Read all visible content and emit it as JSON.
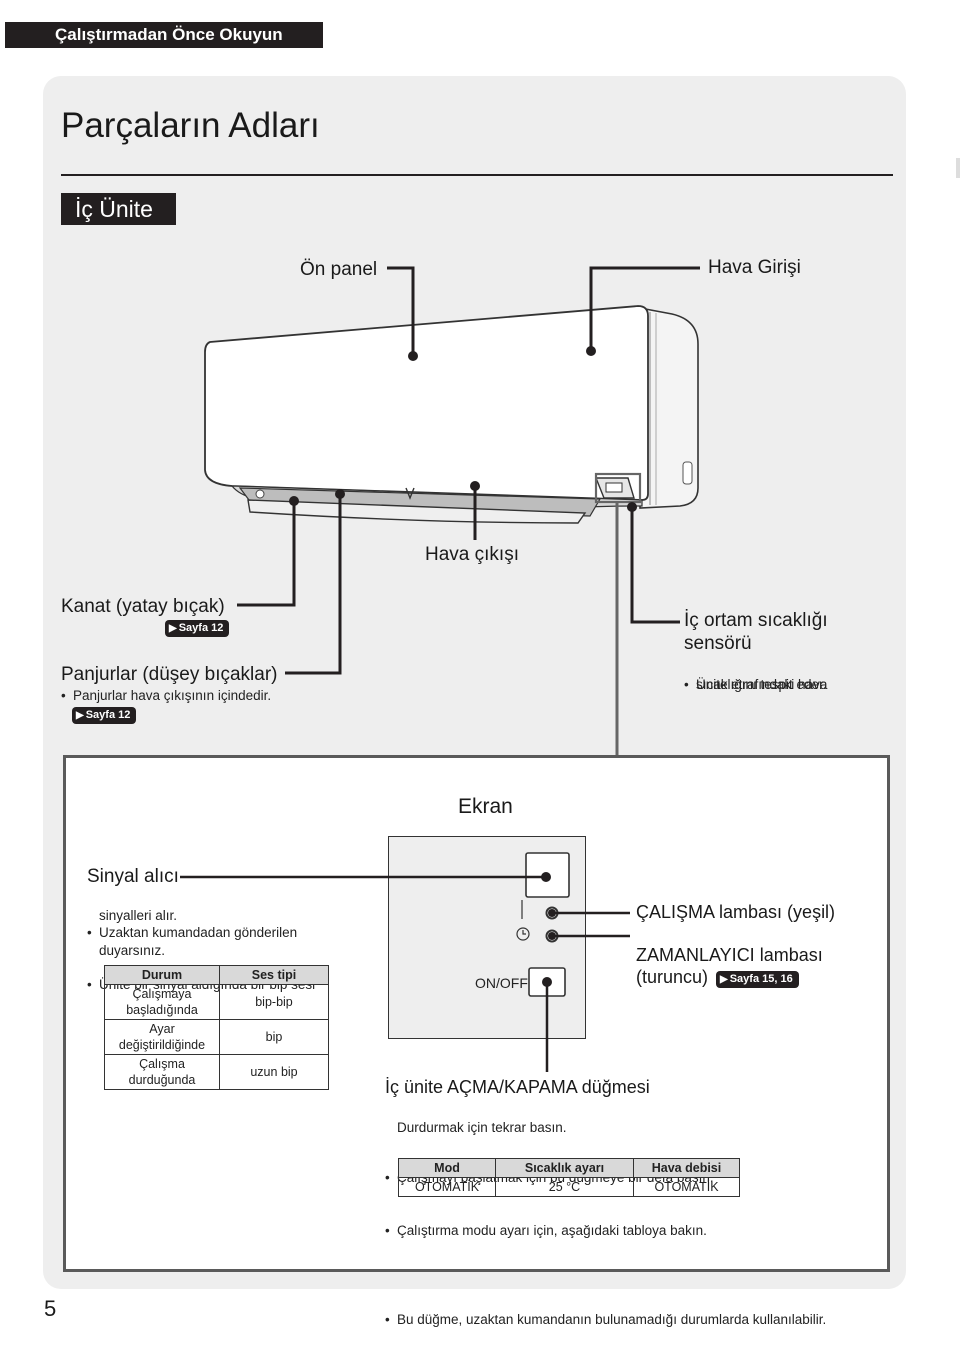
{
  "header": {
    "section": "Çalıştırmadan Önce Okuyun"
  },
  "page": {
    "title": "Parçaların Adları",
    "number": "5"
  },
  "unit": {
    "heading": "İç Ünite"
  },
  "parts": {
    "front_panel": "Ön panel",
    "air_inlet": "Hava Girişi",
    "air_outlet": "Hava çıkışı",
    "flap": "Kanat (yatay bıçak)",
    "flap_ref": "Sayfa 12",
    "louvers": "Panjurlar (düşey bıçaklar)",
    "louvers_note": "Panjurlar hava çıkışının içindedir.",
    "louvers_ref": "Sayfa 12",
    "sensor_line1": "İç ortam sıcaklığı",
    "sensor_line2": "sensörü",
    "sensor_note_line1": "Ünite etrafındaki hava",
    "sensor_note_line2": "sıcaklığını tespit eder."
  },
  "display": {
    "title": "Ekran",
    "receiver": "Sinyal alıcı",
    "receiver_note1_a": "Uzaktan kumandadan gönderilen",
    "receiver_note1_b": "sinyalleri alır.",
    "receiver_note2_a": "Ünite bir sinyal aldığında bir bip sesi",
    "receiver_note2_b": "duyarsınız.",
    "beep_table": {
      "headers": [
        "Durum",
        "Ses tipi"
      ],
      "rows": [
        {
          "state_a": "Çalışmaya",
          "state_b": "başladığında",
          "sound": "bip-bip"
        },
        {
          "state_a": "Ayar",
          "state_b": "değiştirildiğinde",
          "sound": "bip"
        },
        {
          "state_a": "Çalışma",
          "state_b": "durduğunda",
          "sound": "uzun bip"
        }
      ]
    },
    "operation_lamp": "ÇALIŞMA lambası (yeşil)",
    "timer_lamp_a": "ZAMANLAYICI lambası",
    "timer_lamp_b": "(turuncu)",
    "timer_ref": "Sayfa 15, 16",
    "onoff_label": "ON/OFF",
    "button_title": "İç ünite AÇMA/KAPAMA düğmesi",
    "button_note1": "Çalışmayı başlatmak için bu düğmeye bir defa basın.",
    "button_note1_b": "Durdurmak için tekrar basın.",
    "button_note2": "Çalıştırma modu ayarı için, aşağıdaki tabloya bakın.",
    "mode_table": {
      "headers": [
        "Mod",
        "Sıcaklık ayarı",
        "Hava debisi"
      ],
      "row": [
        "OTOMATİK",
        "25 °C",
        "OTOMATİK"
      ]
    },
    "button_note3": "Bu düğme, uzaktan kumandanın bulunamadığı durumlarda kullanılabilir."
  },
  "icons": [
    "arrow-right-icon",
    "power-icon",
    "timer-icon"
  ]
}
